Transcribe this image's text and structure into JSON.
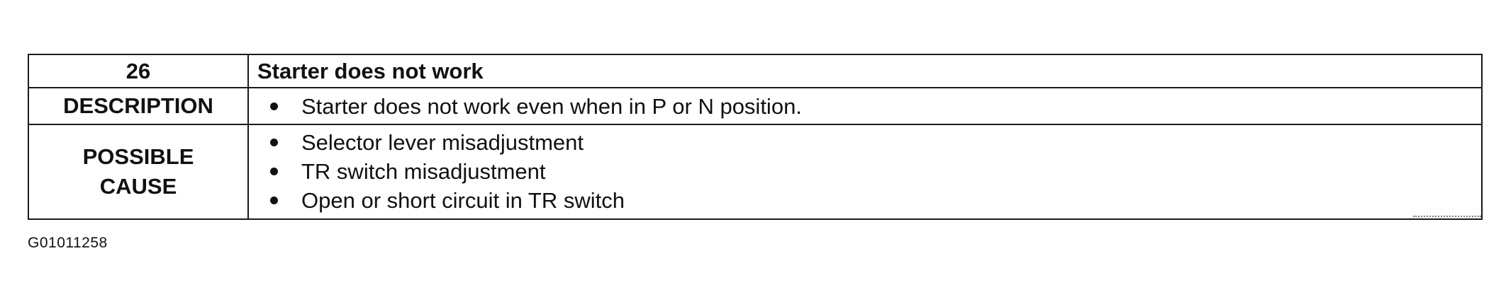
{
  "table": {
    "code": "26",
    "title": "Starter does not work",
    "description_label": "DESCRIPTION",
    "description_items": [
      "Starter does not work even when in P or N position."
    ],
    "cause_label_line1": "POSSIBLE",
    "cause_label_line2": "CAUSE",
    "cause_items": [
      "Selector lever misadjustment",
      "TR switch misadjustment",
      "Open or short circuit in TR switch"
    ]
  },
  "figure_id": "G01011258"
}
